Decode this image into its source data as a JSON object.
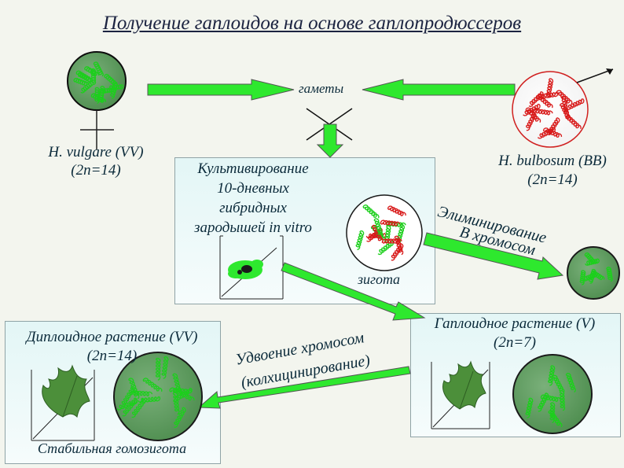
{
  "title": "Получение гаплоидов на основе гаплопродюссеров",
  "labels": {
    "gametes": "гаметы",
    "vulgare_name": "H. vulgare (VV)",
    "vulgare_chrom": "(2n=14)",
    "bulbosum_name": "H. bulbosum (BB)",
    "bulbosum_chrom": "(2n=14)",
    "cultivation": [
      "Культивирование",
      "10-дневных",
      "гибридных",
      "зародышей in vitro"
    ],
    "zygote": "зиготa",
    "elimination": [
      "Элиминирование",
      "В хромосом"
    ],
    "haploid_name": "Гаплоидное растение (V)",
    "haploid_chrom": "(2n=7)",
    "doubling": [
      "Удвоение хромосом",
      "(колхицинирование)"
    ],
    "diploid_name": "Диплоидное растение (VV)",
    "diploid_chrom": "(2n=14)",
    "stable": "Стабильная гомозигота"
  },
  "colors": {
    "arrow_green": "#2ee82e",
    "cell_green": "#5e9e5e",
    "chromosome_green": "#1ccf1c",
    "chromosome_red": "#d81a1a",
    "box_fill": "#e3f6f6",
    "text": "#0b2a3a"
  },
  "icons": [
    "female-symbol-icon",
    "male-symbol-icon",
    "cross-symbol-icon",
    "leaf-icon",
    "embryo-icon"
  ]
}
